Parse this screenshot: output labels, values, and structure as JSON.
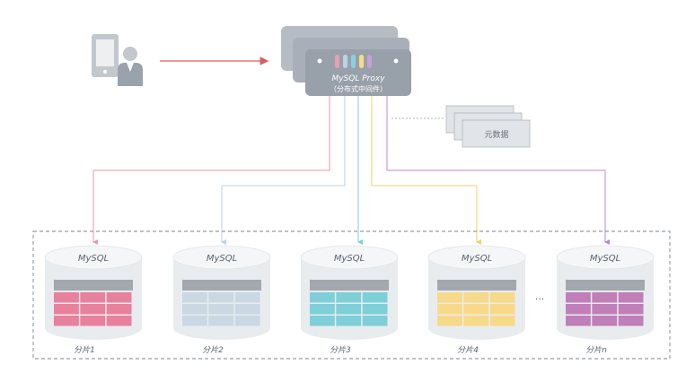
{
  "proxy": {
    "title": "MySQL Proxy",
    "subtitle": "（分布式中间件）",
    "dot_colors": [
      "#e8a0b4",
      "#b8d4e6",
      "#8fcfdc",
      "#f5dc8c",
      "#c9a0d6"
    ]
  },
  "metadata": {
    "label": "元数据"
  },
  "ellipsis": "...",
  "shards": [
    {
      "db_label": "MySQL",
      "shard_label": "分片1",
      "color": "#e8819c"
    },
    {
      "db_label": "MySQL",
      "shard_label": "分片2",
      "color": "#c9d8e2"
    },
    {
      "db_label": "MySQL",
      "shard_label": "分片3",
      "color": "#7fcfd9"
    },
    {
      "db_label": "MySQL",
      "shard_label": "分片4",
      "color": "#f7d98a"
    },
    {
      "db_label": "MySQL",
      "shard_label": "分片n",
      "color": "#c07fb9"
    }
  ],
  "colors": {
    "arrow_client": "#e05a5a",
    "line_shard1": "#e89aa8",
    "line_shard2": "#bcd2df",
    "line_shard3": "#7fcfd9",
    "line_shard4": "#f5cf72",
    "line_shardn": "#b98ad0",
    "device_gray": "#b9bfc7",
    "proxy_box": "#98a0aa"
  }
}
